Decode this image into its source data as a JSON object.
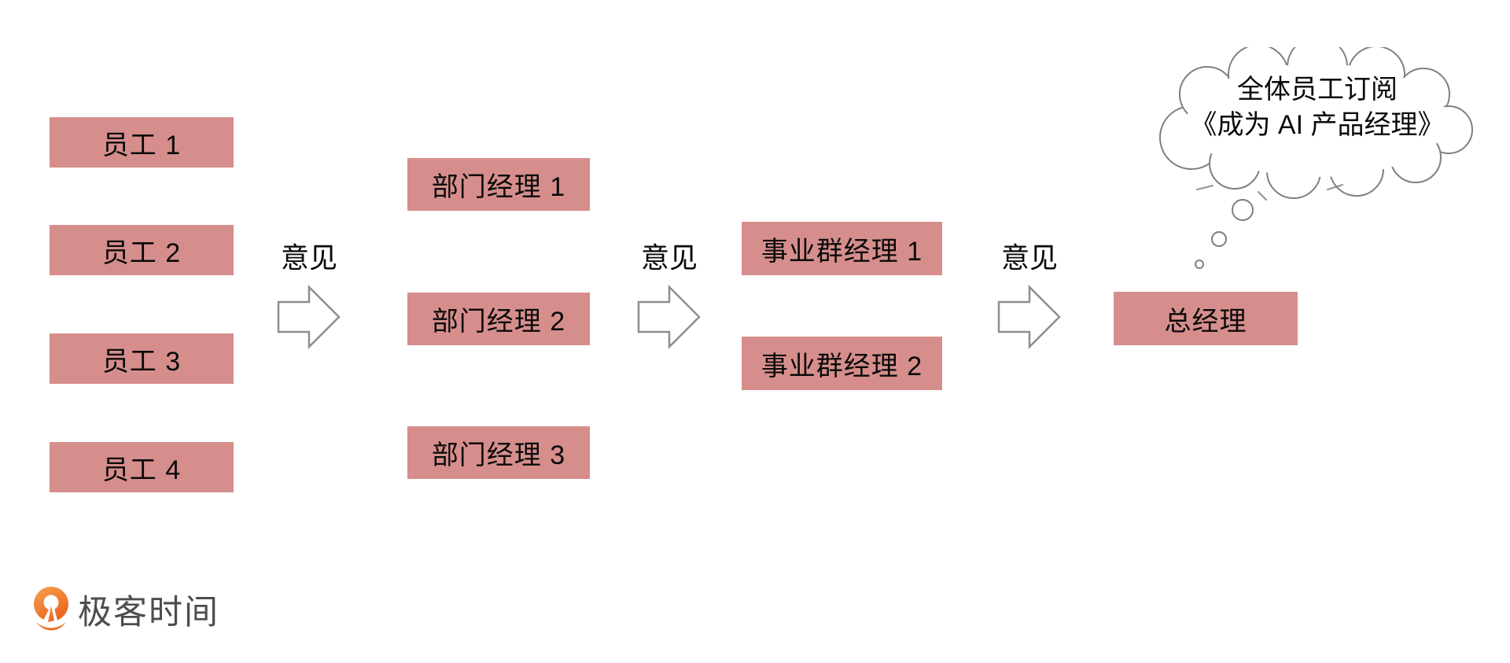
{
  "boxes": {
    "emp1": {
      "label": "员工 1"
    },
    "emp2": {
      "label": "员工 2"
    },
    "emp3": {
      "label": "员工 3"
    },
    "emp4": {
      "label": "员工 4"
    },
    "mgr1": {
      "label": "部门经理 1"
    },
    "mgr2": {
      "label": "部门经理 2"
    },
    "mgr3": {
      "label": "部门经理 3"
    },
    "bg1": {
      "label": "事业群经理 1"
    },
    "bg2": {
      "label": "事业群经理 2"
    },
    "gm": {
      "label": "总经理"
    }
  },
  "arrows": [
    {
      "label": "意见"
    },
    {
      "label": "意见"
    },
    {
      "label": "意见"
    }
  ],
  "thought_bubble": {
    "line1": "全体员工订阅",
    "line2": "《成为 AI 产品经理》"
  },
  "logo": {
    "text": "极客时间"
  },
  "colors": {
    "box_fill": "#D68E8C",
    "box_text": "#0A0A0A",
    "arrow_stroke": "#8E8E8E",
    "cloud_stroke": "#7F7F7F",
    "logo_text": "#4D4D4D",
    "logo_orange_dark": "#EB6420",
    "logo_orange_light": "#F7A14E"
  }
}
